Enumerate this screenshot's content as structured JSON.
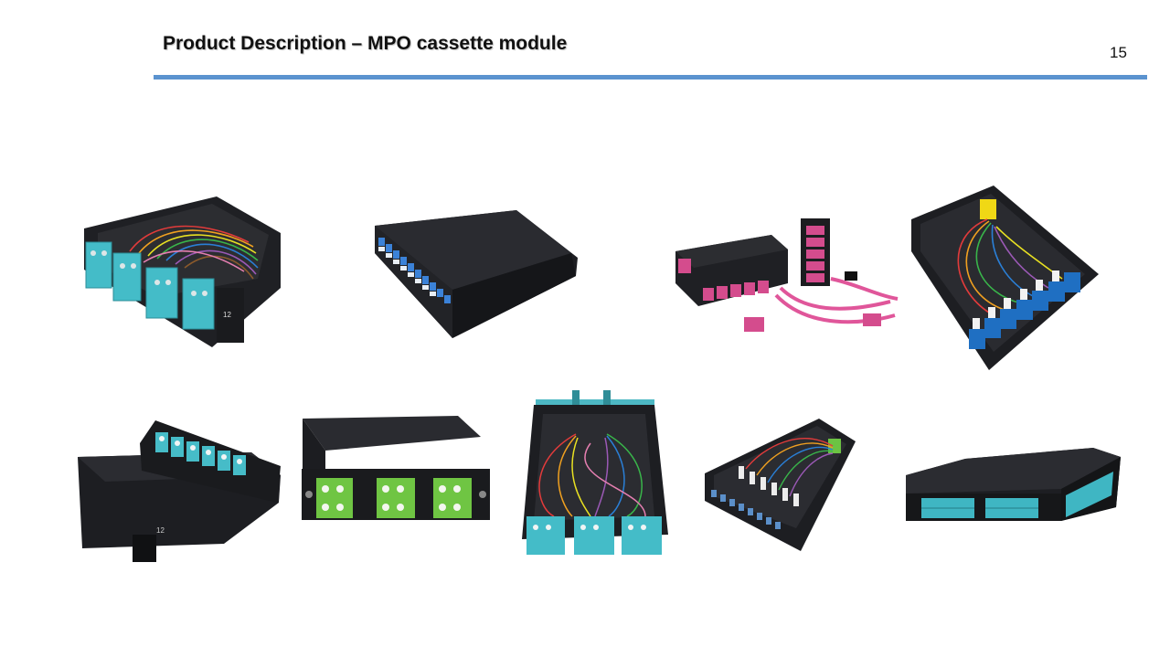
{
  "slide": {
    "title": "Product Description – MPO cassette module",
    "page_number": "15",
    "accent_color": "#5b93cf"
  },
  "photos": [
    {
      "subject": "open-cassette-aqua-lc-with-fibers",
      "label_number": "12"
    },
    {
      "subject": "closed-cassette-blue-lc-front"
    },
    {
      "subject": "magenta-cassettes-with-cables"
    },
    {
      "subject": "open-cassette-blue-sc-yellow-mpo"
    },
    {
      "subject": "tilted-cassette-aqua-lc-rear-mpo",
      "label_number": "12"
    },
    {
      "subject": "cassette-green-lc-front"
    },
    {
      "subject": "open-cassette-aqua-lc-top-mpo"
    },
    {
      "subject": "angled-cassette-white-lc-green-mpo"
    },
    {
      "subject": "wide-panel-aqua-lc-rows"
    }
  ],
  "colors": {
    "housing": "#1c1d20",
    "aqua": "#3fb6c3",
    "blue": "#1f6fc2",
    "magenta": "#d9488f",
    "green": "#69c73f",
    "yellow": "#f2dc14"
  }
}
